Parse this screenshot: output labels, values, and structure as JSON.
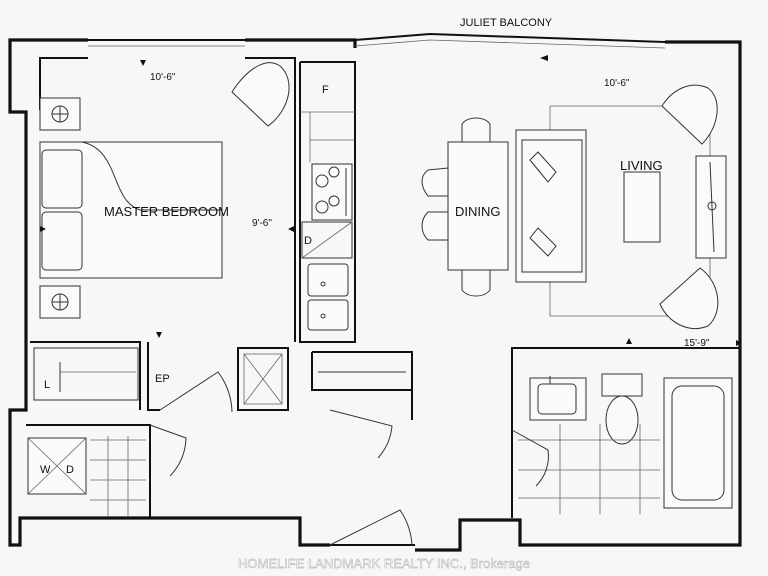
{
  "labels": {
    "balcony": "JULIET BALCONY",
    "master_bedroom": "MASTER BEDROOM",
    "dining": "DINING",
    "living": "LIVING",
    "fridge": "F",
    "dishwasher": "D",
    "linen": "L",
    "electrical_panel": "EP",
    "washer": "W",
    "dryer": "D"
  },
  "dimensions": {
    "bedroom_width": "10'-6\"",
    "bedroom_length": "9'-6\"",
    "living_width": "10'-6\"",
    "living_length": "15'-9\""
  },
  "watermark": "HOMELIFE LANDMARK REALTY INC., Brokerage"
}
